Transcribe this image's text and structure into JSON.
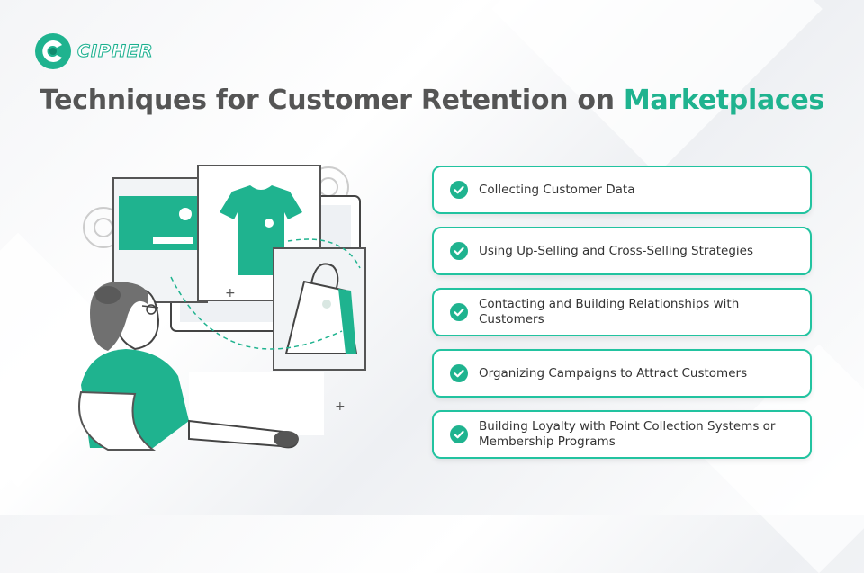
{
  "brand": {
    "name": "CIPHER",
    "color": "#1fb38f"
  },
  "title": {
    "main": "Techniques for Customer Retention on ",
    "accent": "Marketplaces"
  },
  "colors": {
    "accent": "#1fb38f",
    "border": "#22c3a0",
    "text": "#555555"
  },
  "items": [
    {
      "label": "Collecting Customer Data"
    },
    {
      "label": "Using Up-Selling and Cross-Selling Strategies"
    },
    {
      "label": "Contacting and Building Relationships with Customers"
    },
    {
      "label": "Organizing Campaigns to Attract Customers"
    },
    {
      "label": "Building Loyalty with Point Collection Systems or Membership Programs"
    }
  ]
}
